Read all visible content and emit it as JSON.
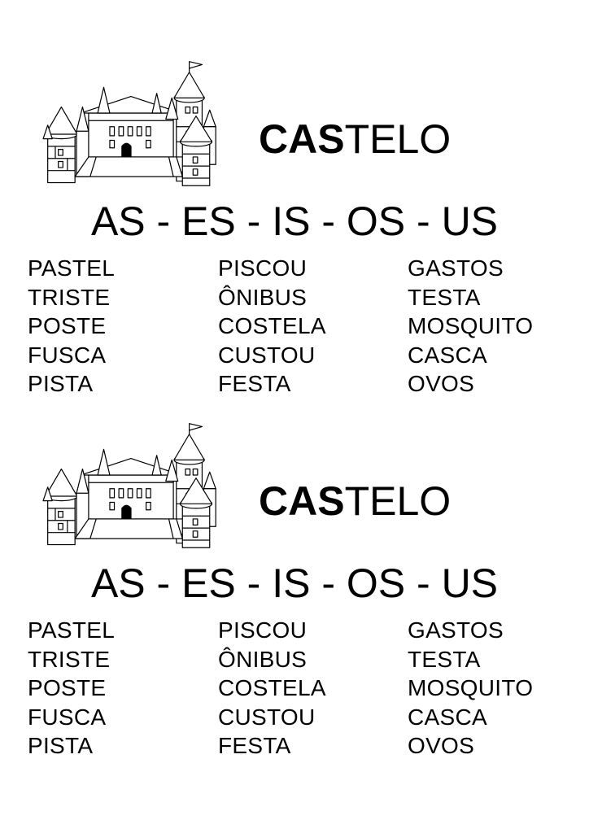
{
  "sections": [
    {
      "title_bold": "CAS",
      "title_rest": "TELO",
      "syllables": "AS - ES - IS - OS - US",
      "columns": [
        [
          "PASTEL",
          "TRISTE",
          "POSTE",
          "FUSCA",
          "PISTA"
        ],
        [
          "PISCOU",
          "ÔNIBUS",
          "COSTELA",
          "CUSTOU",
          "FESTA"
        ],
        [
          "GASTOS",
          "TESTA",
          "MOSQUITO",
          "CASCA",
          "OVOS"
        ]
      ]
    },
    {
      "title_bold": "CAS",
      "title_rest": "TELO",
      "syllables": "AS - ES - IS - OS - US",
      "columns": [
        [
          "PASTEL",
          "TRISTE",
          "POSTE",
          "FUSCA",
          "PISTA"
        ],
        [
          "PISCOU",
          "ÔNIBUS",
          "COSTELA",
          "CUSTOU",
          "FESTA"
        ],
        [
          "GASTOS",
          "TESTA",
          "MOSQUITO",
          "CASCA",
          "OVOS"
        ]
      ]
    }
  ],
  "icons": {
    "castle": "castle-illustration"
  },
  "colors": {
    "ink": "#000000",
    "paper": "#ffffff"
  }
}
